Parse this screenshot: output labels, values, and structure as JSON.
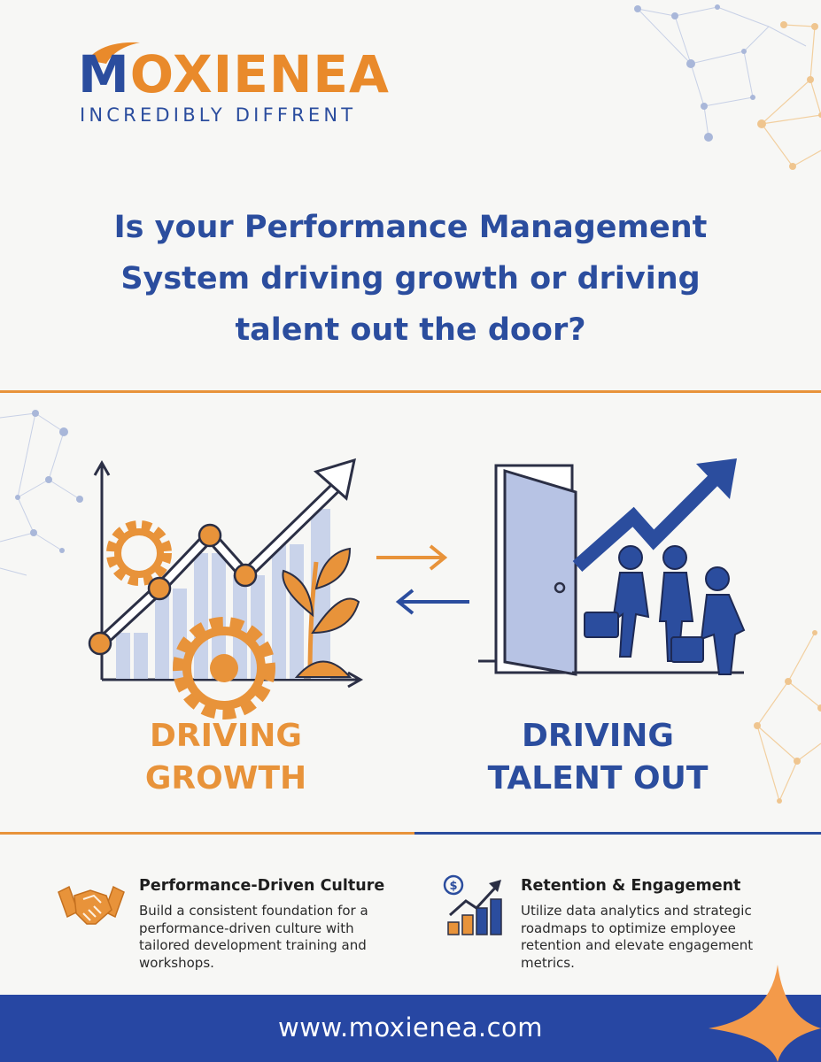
{
  "brand": {
    "name": "MOXIENEA",
    "tagline": "INCREDIBLY DIFFRENT"
  },
  "headline": {
    "line1": "Is your Performance Management",
    "line2": "System driving growth or driving",
    "line3": "talent out the door?"
  },
  "comparison": {
    "growth_line1": "DRIVING",
    "growth_line2": "GROWTH",
    "talent_line1": "DRIVING",
    "talent_line2": "TALENT OUT"
  },
  "features": [
    {
      "icon": "handshake-icon",
      "title": "Performance-Driven Culture",
      "desc": "Build a consistent foundation for a performance-driven culture with tailored development training and workshops."
    },
    {
      "icon": "bar-chart-growth-icon",
      "title": "Retention & Engagement",
      "desc": "Utilize data analytics and strategic roadmaps to optimize employee retention and elevate engagement metrics."
    }
  ],
  "footer": {
    "url": "www.moxienea.com"
  },
  "colors": {
    "primary_blue": "#2b4d9e",
    "accent_orange": "#e8933a",
    "footer_blue": "#2747a3",
    "background": "#f7f7f5"
  }
}
